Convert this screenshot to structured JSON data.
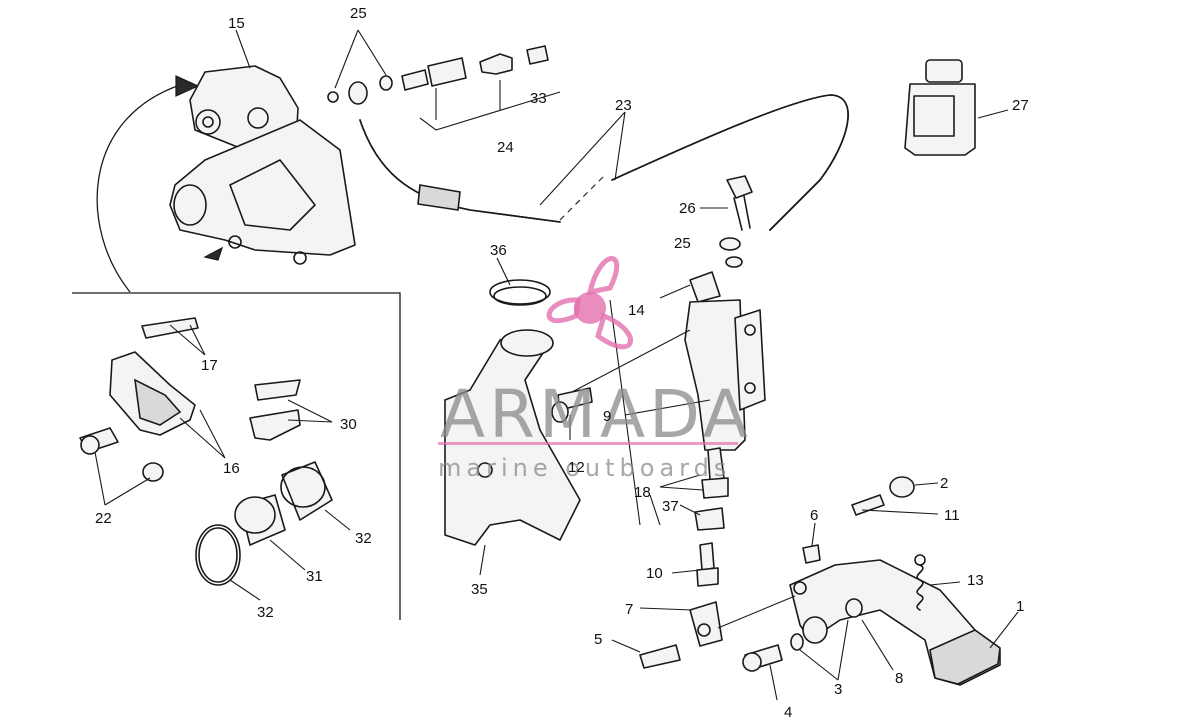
{
  "watermark": {
    "brand": "ARMADA",
    "tagline": "marine outboards",
    "logo_color": "#e46fae"
  },
  "callouts": {
    "c1": "1",
    "c2": "2",
    "c3": "3",
    "c4": "4",
    "c5": "5",
    "c6": "6",
    "c7": "7",
    "c8": "8",
    "c9": "9",
    "c10": "10",
    "c11": "11",
    "c12": "12",
    "c13": "13",
    "c14": "14",
    "c15": "15",
    "c16": "16",
    "c17": "17",
    "c18": "18",
    "c22": "22",
    "c23": "23",
    "c24": "24",
    "c25a": "25",
    "c25b": "25",
    "c26": "26",
    "c27": "27",
    "c30": "30",
    "c31": "31",
    "c32a": "32",
    "c32b": "32",
    "c33": "33",
    "c35": "35",
    "c36": "36",
    "c37": "37"
  }
}
